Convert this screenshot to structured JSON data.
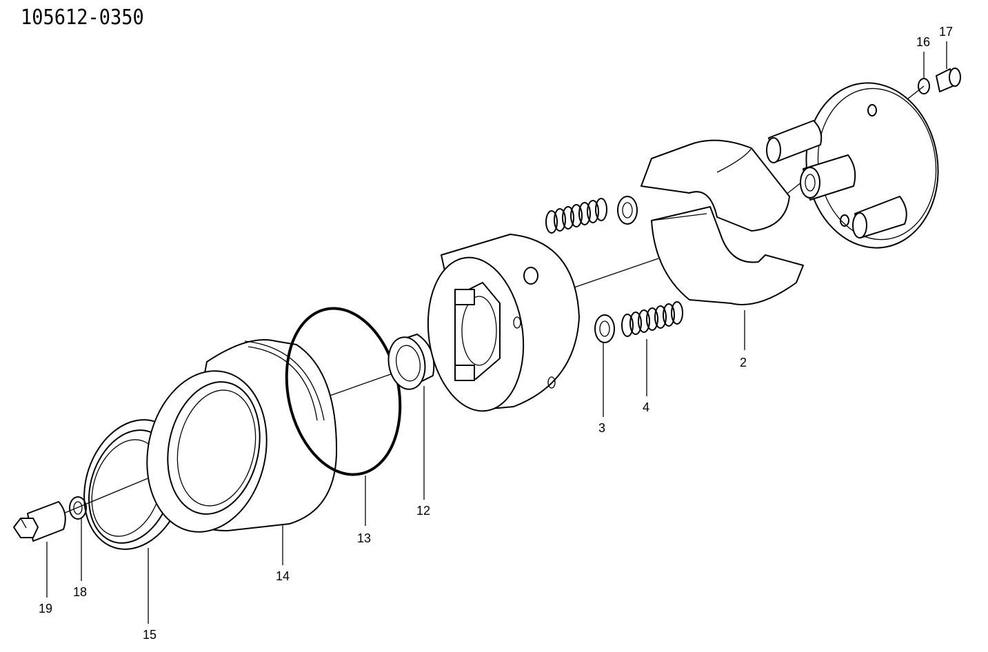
{
  "header": {
    "part_number": "105612-0350"
  },
  "callouts": {
    "c2": "2",
    "c3": "3",
    "c4": "4",
    "c12": "12",
    "c13": "13",
    "c14": "14",
    "c15": "15",
    "c16": "16",
    "c17": "17",
    "c18": "18",
    "c19": "19"
  }
}
